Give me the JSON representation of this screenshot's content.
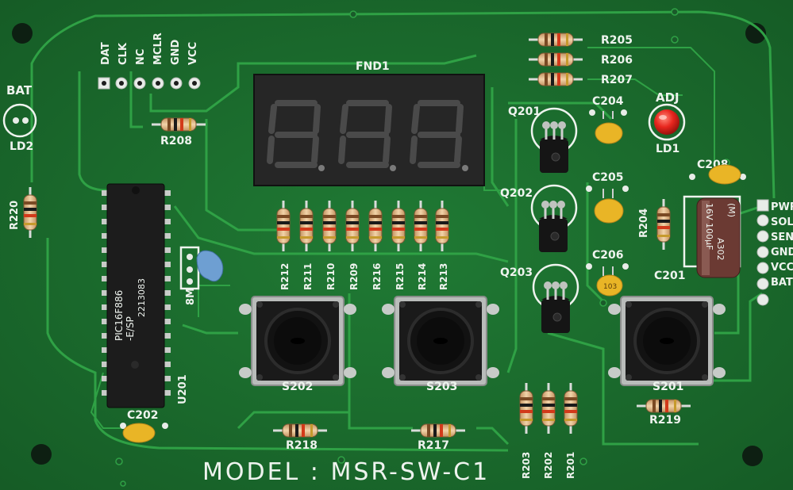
{
  "board": {
    "model": "MODEL : MSR-SW-C1",
    "colors": {
      "solder_mask": "#1b6b2c",
      "silkscreen": "#eef3ee",
      "led": "#e8261e",
      "capacitor_ceramic": "#e9b526",
      "capacitor_electrolytic": "#6b3a33",
      "chip": "#1c1c1c"
    },
    "header_top": [
      "DAT",
      "CLK",
      "NC",
      "MCLR",
      "GND",
      "VCC"
    ],
    "header_right": [
      "PWR",
      "SOL",
      "SEN",
      "GND",
      "VCC",
      "BAT"
    ],
    "display": {
      "label": "FND1"
    },
    "chip": {
      "line1": "PIC16F886",
      "line2": "-E/SP",
      "line3": "2213083",
      "ref": "U201"
    },
    "electrolytic": {
      "line1": "16V 100µF",
      "line2": "A302",
      "line3": "(M)"
    },
    "labels": {
      "bat": "BAT",
      "ld2": "LD2",
      "adj": "ADJ",
      "ld1": "LD1",
      "bm": "8M",
      "r205": "R205",
      "r206": "R206",
      "r207": "R207",
      "r208": "R208",
      "r220": "R220",
      "r204": "R204",
      "r219": "R219",
      "r218": "R218",
      "r217": "R217",
      "q201": "Q201",
      "q202": "Q202",
      "q203": "Q203",
      "c204": "C204",
      "c205": "C205",
      "c206": "C206",
      "c208": "C208",
      "c201": "C201",
      "c202": "C202",
      "cap_code": "103",
      "s202": "S202",
      "s203": "S203",
      "s201": "S201"
    },
    "resistor_row": [
      "R212",
      "R211",
      "R210",
      "R209",
      "R216",
      "R215",
      "R214",
      "R213"
    ],
    "resistor_row_bottom": [
      "R203",
      "R202",
      "R201"
    ]
  }
}
